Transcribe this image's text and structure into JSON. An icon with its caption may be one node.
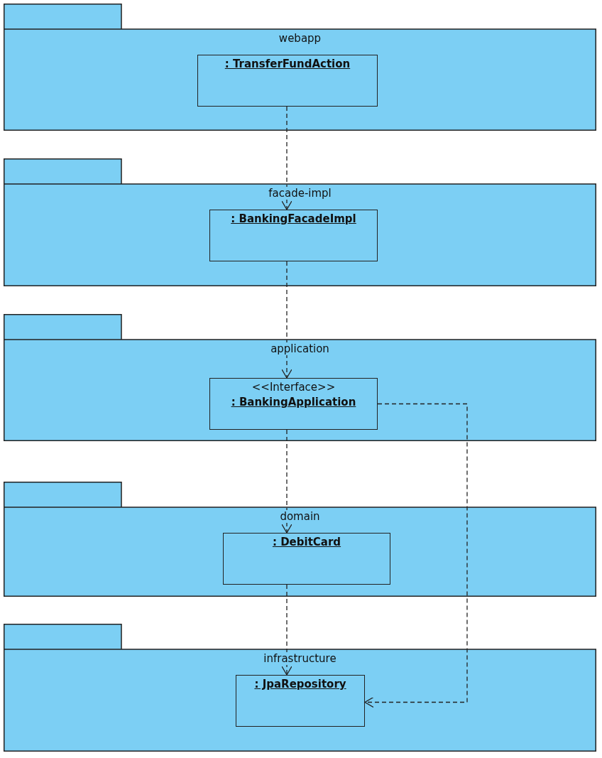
{
  "diagram": {
    "nodes": [
      {
        "text": [
          "webapp"
        ]
      },
      {
        "text": [
          ": TransferFundAction"
        ],
        "in": 0
      },
      {
        "text": [
          "facade-impl"
        ]
      },
      {
        "text": [
          ": BankingFacadeImpl"
        ],
        "in": 2
      },
      {
        "text": [
          "application"
        ]
      },
      {
        "text": [
          "<<Interface>>",
          ": BankingApplication"
        ],
        "in": 4
      },
      {
        "text": [
          "domain"
        ]
      },
      {
        "text": [
          ": DebitCard"
        ],
        "in": 6
      },
      {
        "text": [
          "infrastructure"
        ]
      },
      {
        "text": [
          ": JpaRepository"
        ],
        "in": 8
      }
    ],
    "edges": [
      {
        "from": 1,
        "to": 3,
        "arrow": "to",
        "style": "dashed"
      },
      {
        "from": 3,
        "to": 5,
        "arrow": "to",
        "style": "dashed"
      },
      {
        "from": 5,
        "to": 7,
        "arrow": "to",
        "style": "dashed"
      },
      {
        "from": 7,
        "to": 9,
        "arrow": "to",
        "style": "dashed"
      },
      {
        "from": 5,
        "to": 9,
        "arrow": "to",
        "style": "dashed"
      }
    ]
  }
}
